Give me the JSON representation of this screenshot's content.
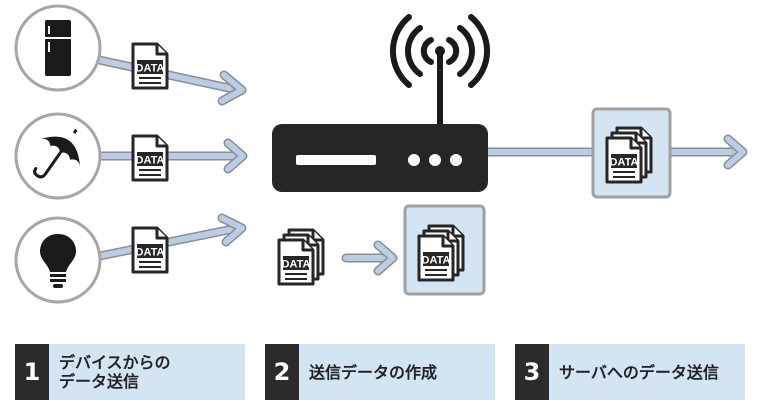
{
  "data_label": "DATA",
  "steps": [
    {
      "number": "1",
      "label": "デバイスからの\nデータ送信"
    },
    {
      "number": "2",
      "label": "送信データの作成"
    },
    {
      "number": "3",
      "label": "サーバへのデータ送信"
    }
  ],
  "colors": {
    "arrow": "#b9cde6",
    "arrow_outline": "#8d8d8d",
    "highlight_box": "#d3e4f3",
    "highlight_border": "#a0a0a0",
    "dark": "#262626",
    "step_bg": "#d3e4f3"
  },
  "icons": {
    "devices": [
      "refrigerator-icon",
      "umbrella-icon",
      "lightbulb-icon"
    ],
    "hub": "router-icon",
    "signal": "wifi-signal-icon",
    "document": "data-document-icon"
  }
}
